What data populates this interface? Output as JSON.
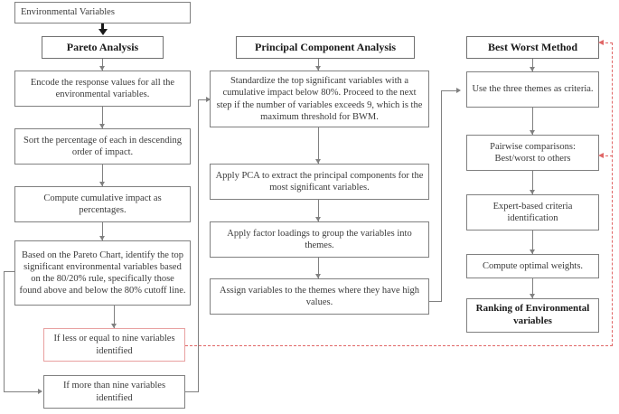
{
  "diagram": {
    "title": "Environmental variable prioritisation flowchart",
    "colors": {
      "box_border": "#808080",
      "red_accent": "#e06666",
      "red_box_border": "#e8a0a0",
      "text": "#3a3a3a",
      "background": "#ffffff"
    },
    "columns": {
      "pareto": {
        "header": "Pareto Analysis",
        "steps": [
          "Encode the response values for all the environmental variables.",
          "Sort the percentage of each in descending order of impact.",
          "Compute cumulative impact as percentages.",
          "Based on the Pareto Chart, identify the top significant environmental variables based on the 80/20% rule, specifically those found above and below the 80% cutoff line."
        ],
        "decision_yes": "If less or equal to nine variables identified",
        "decision_no": "If more than nine variables identified"
      },
      "pca": {
        "header": "Principal Component Analysis",
        "steps": [
          "Standardize the top significant variables with a cumulative impact below 80%. Proceed to the next step if the number of variables exceeds 9, which is the maximum threshold for BWM.",
          "Apply PCA to extract the principal components for the most significant variables.",
          "Apply factor loadings to group the variables into themes.",
          "Assign variables to the themes where they have high values."
        ]
      },
      "bwm": {
        "header": "Best Worst Method",
        "steps": [
          "Use the three themes as criteria.",
          "Pairwise comparisons: Best/worst to others",
          "Expert-based criteria identification",
          "Compute optimal weights."
        ],
        "result": "Ranking of Environmental variables"
      }
    },
    "entry": {
      "label": "Environmental Variables"
    }
  }
}
